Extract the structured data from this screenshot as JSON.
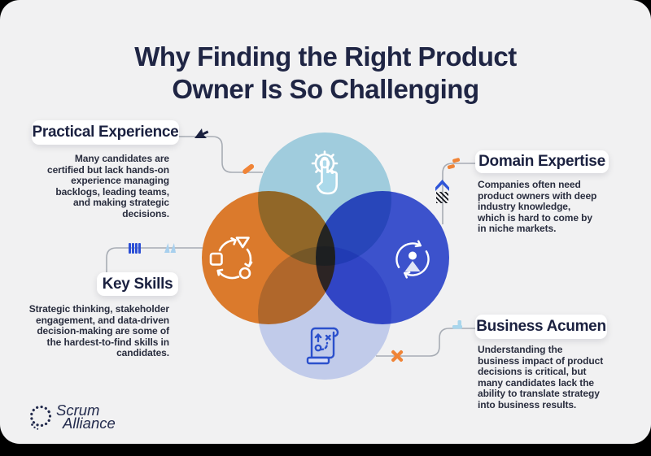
{
  "title": "Why Finding the Right Product\nOwner Is So Challenging",
  "sections": {
    "practical": {
      "label": "Practical Experience",
      "body": "Many candidates are\ncertified but lack hands-on\nexperience managing\nbacklogs, leading teams,\nand making strategic\ndecisions."
    },
    "domain": {
      "label": "Domain Expertise",
      "body": "Companies often need\nproduct owners with deep\nindustry knowledge,\nwhich is hard to come by\nin niche markets."
    },
    "skills": {
      "label": "Key Skills",
      "body": "Strategic thinking, stakeholder\nengagement, and data-driven\ndecision-making are some of\nthe hardest-to-find skills in\ncandidates."
    },
    "business": {
      "label": "Business Acumen",
      "body": "Understanding the\nbusiness impact of product\ndecisions is critical, but\nmany candidates lack the\nability to translate strategy\ninto business results."
    }
  },
  "venn": {
    "circles": [
      {
        "name": "practical-experience",
        "color": "#a9d8e9",
        "icon": "gear-tap-icon"
      },
      {
        "name": "key-skills",
        "color": "#e8812e",
        "icon": "cycle-icon"
      },
      {
        "name": "domain-expertise",
        "color": "#3f57d7",
        "icon": "person-sync-icon"
      },
      {
        "name": "business-acumen",
        "color": "#cdd7f7",
        "icon": "strategy-scroll-icon"
      }
    ]
  },
  "logo": {
    "line1": "Scrum",
    "line2": "Alliance"
  },
  "colors": {
    "card_bg": "#f1f1f2",
    "navy": "#1f2544",
    "body_text": "#2a2e3f",
    "orange_accent": "#f08437",
    "blue_accent": "#2c4fd6",
    "lightblue_accent": "#a9d6ec",
    "line_gray": "#a7acb4"
  }
}
